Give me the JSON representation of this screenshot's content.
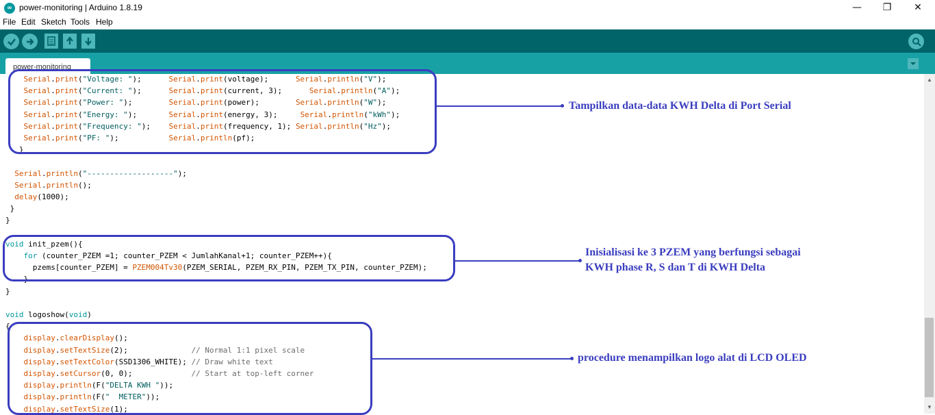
{
  "window": {
    "title": "power-monitoring | Arduino 1.8.19",
    "app_icon_glyph": "∞",
    "minimize_glyph": "—",
    "restore_glyph": "❐",
    "close_glyph": "✕"
  },
  "menu": [
    "File",
    "Edit",
    "Sketch",
    "Tools",
    "Help"
  ],
  "toolbar": {
    "color": "#006468",
    "buttons": [
      "verify-icon",
      "upload-icon",
      "new-icon",
      "open-icon",
      "save-icon",
      "serial-monitor-icon"
    ]
  },
  "tab": {
    "label": "power-monitoring",
    "menu_icon": "chevron-down-icon"
  },
  "code_lines": [
    "    Serial.print(\"Voltage: \");      Serial.print(voltage);      Serial.println(\"V\");",
    "    Serial.print(\"Current: \");      Serial.print(current, 3);      Serial.println(\"A\");",
    "    Serial.print(\"Power: \");        Serial.print(power);        Serial.println(\"W\");",
    "    Serial.print(\"Energy: \");       Serial.print(energy, 3);     Serial.println(\"kWh\");",
    "    Serial.print(\"Frequency: \");    Serial.print(frequency, 1); Serial.println(\"Hz\");",
    "    Serial.print(\"PF: \");           Serial.println(pf);",
    "   }",
    "",
    "  Serial.println(\"-------------------\");",
    "  Serial.println();",
    "  delay(1000);",
    " }",
    "}",
    "",
    "void init_pzem(){",
    "    for (counter_PZEM =1; counter_PZEM < JumlahKanal+1; counter_PZEM++){",
    "      pzems[counter_PZEM] = PZEM004Tv30(PZEM_SERIAL, PZEM_RX_PIN, PZEM_TX_PIN, counter_PZEM);",
    "    }",
    "}",
    "",
    "void logoshow(void)",
    "{",
    "    display.clearDisplay();",
    "    display.setTextSize(2);              // Normal 1:1 pixel scale",
    "    display.setTextColor(SSD1306_WHITE); // Draw white text",
    "    display.setCursor(0, 0);             // Start at top-left corner",
    "    display.println(F(\"DELTA KWH \"));",
    "    display.println(F(\"  METER\"));",
    "    display.setTextSize(1);"
  ],
  "annotations": {
    "serial": "Tampilkan data-data KWH Delta di Port Serial",
    "pzem_line1": "Inisialisasi ke 3 PZEM yang berfungsi sebagai",
    "pzem_line2": "KWH phase R, S dan T di KWH Delta",
    "logo": "procedure menampilkan logo alat di LCD OLED"
  },
  "colors": {
    "annotation": "#3a3dbf",
    "toolbar": "#006468",
    "tabbar": "#17a1a5",
    "keyword": "#d35400",
    "type": "#00979c",
    "string": "#005c5f",
    "comment": "#6b6b6b"
  }
}
